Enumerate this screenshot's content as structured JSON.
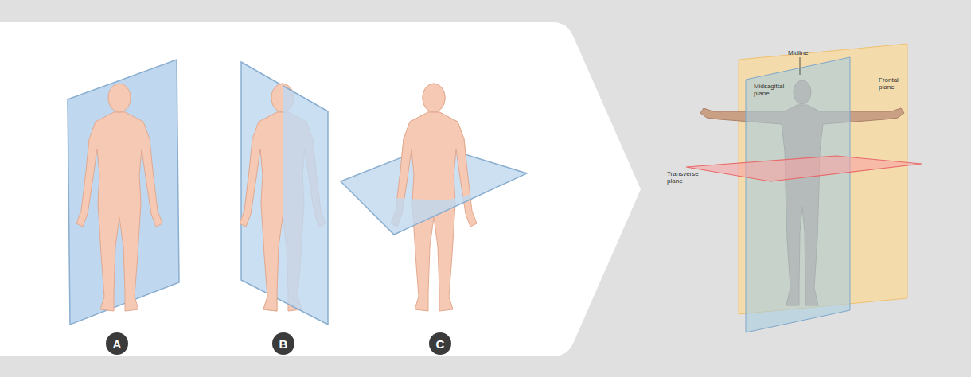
{
  "diagram": {
    "nodes": [
      {
        "text": [
          "A"
        ]
      },
      {
        "text": [
          "B"
        ]
      },
      {
        "text": [
          "C"
        ]
      }
    ],
    "labels": [
      "Midline",
      "Midsagittal plane",
      "Frontal plane",
      "Transverse plane"
    ]
  }
}
